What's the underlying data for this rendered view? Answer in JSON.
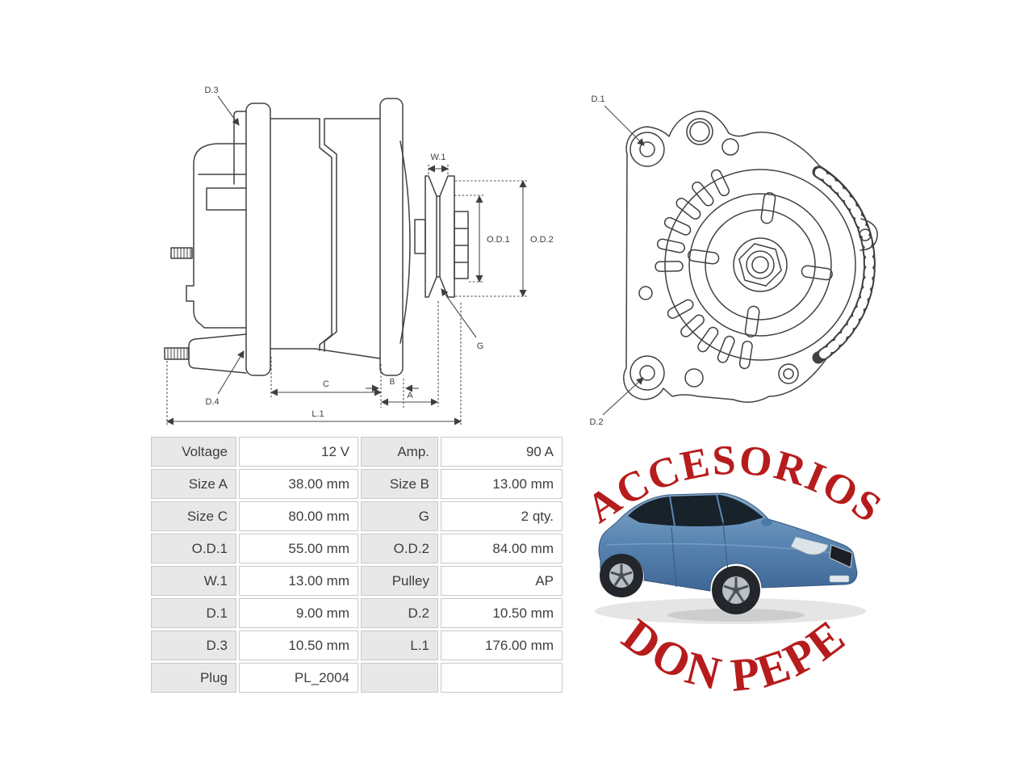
{
  "specs": {
    "rows": [
      [
        "Voltage",
        "12 V",
        "Amp.",
        "90 A"
      ],
      [
        "Size A",
        "38.00 mm",
        "Size B",
        "13.00 mm"
      ],
      [
        "Size C",
        "80.00 mm",
        "G",
        "2 qty."
      ],
      [
        "O.D.1",
        "55.00 mm",
        "O.D.2",
        "84.00 mm"
      ],
      [
        "W.1",
        "13.00 mm",
        "Pulley",
        "AP"
      ],
      [
        "D.1",
        "9.00 mm",
        "D.2",
        "10.50 mm"
      ],
      [
        "D.3",
        "10.50 mm",
        "L.1",
        "176.00 mm"
      ],
      [
        "Plug",
        "PL_2004",
        "",
        ""
      ]
    ],
    "label_bg": "#e8e8e8",
    "border_color": "#c9c9c9",
    "text_color": "#3d3d3d"
  },
  "diagram": {
    "line_color": "#404040",
    "side_view": {
      "labels": {
        "d3": "D.3",
        "d4": "D.4",
        "w1": "W.1",
        "od1": "O.D.1",
        "od2": "O.D.2",
        "g": "G",
        "c": "C",
        "b": "B",
        "a": "A",
        "l1": "L.1"
      }
    },
    "front_view": {
      "labels": {
        "d1": "D.1",
        "d2": "D.2"
      }
    }
  },
  "logo": {
    "top_text": "ACCESORIOS",
    "bottom_text": "DON PEPE",
    "text_color": "#b71c1c",
    "car_color": "#5c88b4"
  }
}
